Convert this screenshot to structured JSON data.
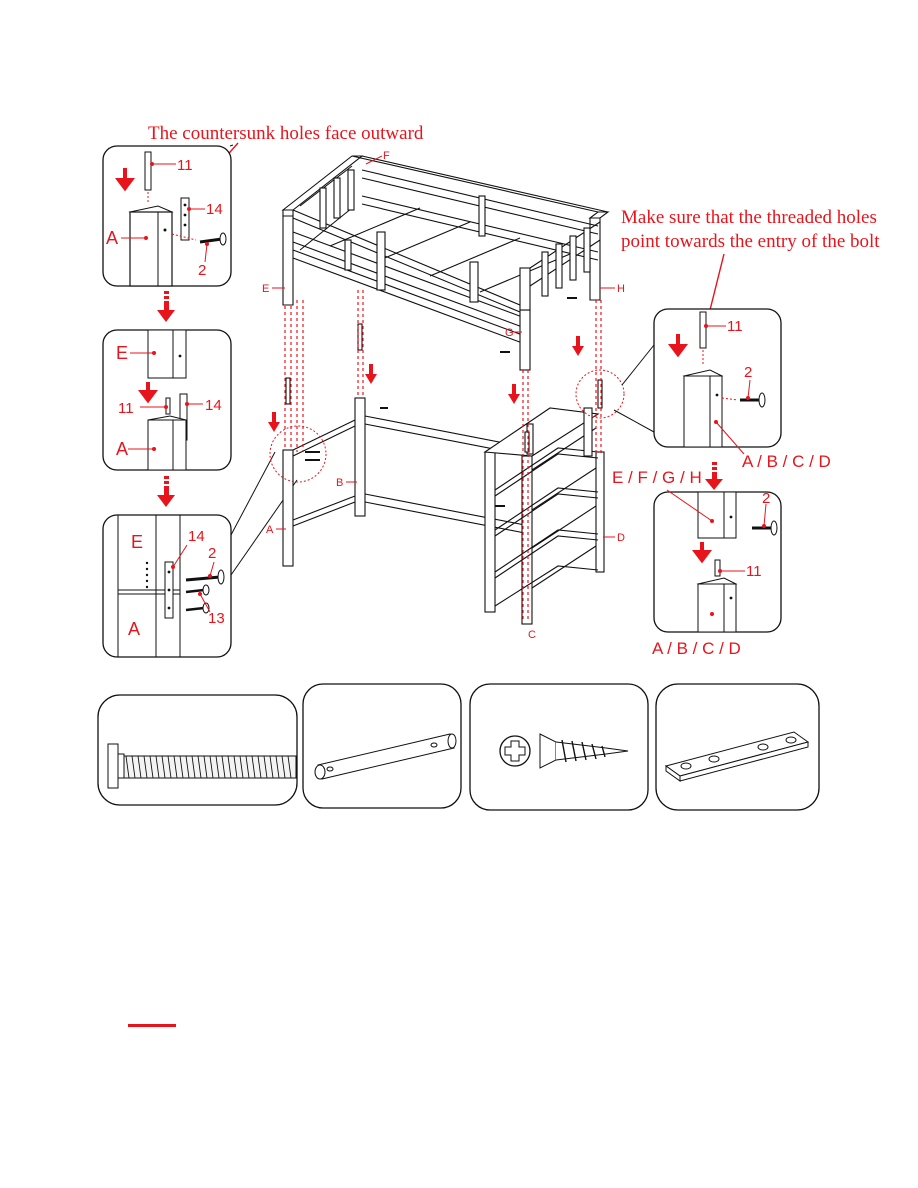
{
  "notes": {
    "countersunk": "The countersunk holes face outward",
    "threaded_line1": "Make sure that the threaded holes",
    "threaded_line2": "point towards the entry of the bolt"
  },
  "frame_labels": {
    "E": "E",
    "F": "F",
    "G": "G",
    "H": "H",
    "A": "A",
    "B": "B",
    "C": "C",
    "D": "D"
  },
  "detail_1": {
    "post": "A",
    "dowel": "11",
    "plate": "14",
    "screw": "2"
  },
  "detail_2": {
    "upper": "E",
    "lower": "A",
    "dowel": "11",
    "plate": "14"
  },
  "detail_3": {
    "upper": "E",
    "lower": "A",
    "plate": "14",
    "bolt": "2",
    "screw": "13"
  },
  "detail_right_top": {
    "dowel": "11",
    "screw": "2",
    "posts": "A / B / C / D"
  },
  "detail_right_bottom": {
    "upper": "E / F / G / H",
    "screw": "2",
    "dowel": "11",
    "posts": "A / B / C / D"
  },
  "hardware": [
    "bolt-icon",
    "dowel-icon",
    "wood-screw-icon",
    "connector-plate-icon"
  ],
  "colors": {
    "accent": "#e8141c",
    "line": "#111111"
  }
}
